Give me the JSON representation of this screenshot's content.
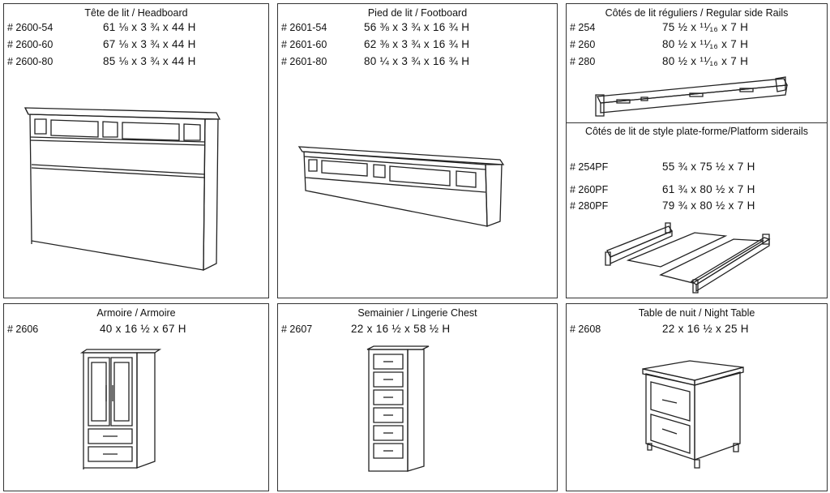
{
  "headboard": {
    "title": "Tête de lit / Headboard",
    "rows": [
      {
        "code": "# 2600-54",
        "dims": "61 ⅛ x 3 ¾ x 44 H"
      },
      {
        "code": "# 2600-60",
        "dims": "67 ⅛ x 3 ¾ x 44 H"
      },
      {
        "code": "# 2600-80",
        "dims": "85 ⅛ x 3 ¾ x 44 H"
      }
    ],
    "icon": "headboard-drawing"
  },
  "footboard": {
    "title": "Pied de lit / Footboard",
    "rows": [
      {
        "code": "# 2601-54",
        "dims": "56 ⅜ x 3 ¾ x 16 ¾ H"
      },
      {
        "code": "# 2601-60",
        "dims": "62 ⅜ x 3 ¾ x 16 ¾ H"
      },
      {
        "code": "# 2601-80",
        "dims": "80 ¼ x 3 ¾ x 16 ¾ H"
      }
    ],
    "icon": "footboard-drawing"
  },
  "side_rails": {
    "title": "Côtés de lit réguliers / Regular side Rails",
    "rows": [
      {
        "code": "# 254",
        "dims": "75 ½ x ¹¹⁄₁₆ x 7 H"
      },
      {
        "code": "# 260",
        "dims": "80 ½ x ¹¹⁄₁₆ x 7 H"
      },
      {
        "code": "# 280",
        "dims": "80 ½ x ¹¹⁄₁₆ x 7 H"
      }
    ],
    "icon": "side-rail-drawing"
  },
  "platform_rails": {
    "title": "Côtés de lit de style plate-forme/Platform siderails",
    "rows": [
      {
        "code": "# 254PF",
        "dims": "55 ¾ x 75 ½ x 7 H"
      },
      {
        "code": "# 260PF",
        "dims": "61 ¾ x 80 ½ x 7 H"
      },
      {
        "code": "# 280PF",
        "dims": "79 ¾ x 80 ½ x 7 H"
      }
    ],
    "icon": "platform-rail-drawing"
  },
  "armoire": {
    "title": "Armoire / Armoire",
    "rows": [
      {
        "code": "# 2606",
        "dims": "40 x 16 ½ x 67 H"
      }
    ],
    "icon": "armoire-drawing"
  },
  "chest": {
    "title": "Semainier / Lingerie Chest",
    "rows": [
      {
        "code": "# 2607",
        "dims": "22 x 16 ½ x 58 ½ H"
      }
    ],
    "icon": "lingerie-chest-drawing"
  },
  "night_table": {
    "title": "Table de nuit / Night Table",
    "rows": [
      {
        "code": "# 2608",
        "dims": "22 x 16 ½ x 25 H"
      }
    ],
    "icon": "night-table-drawing"
  }
}
